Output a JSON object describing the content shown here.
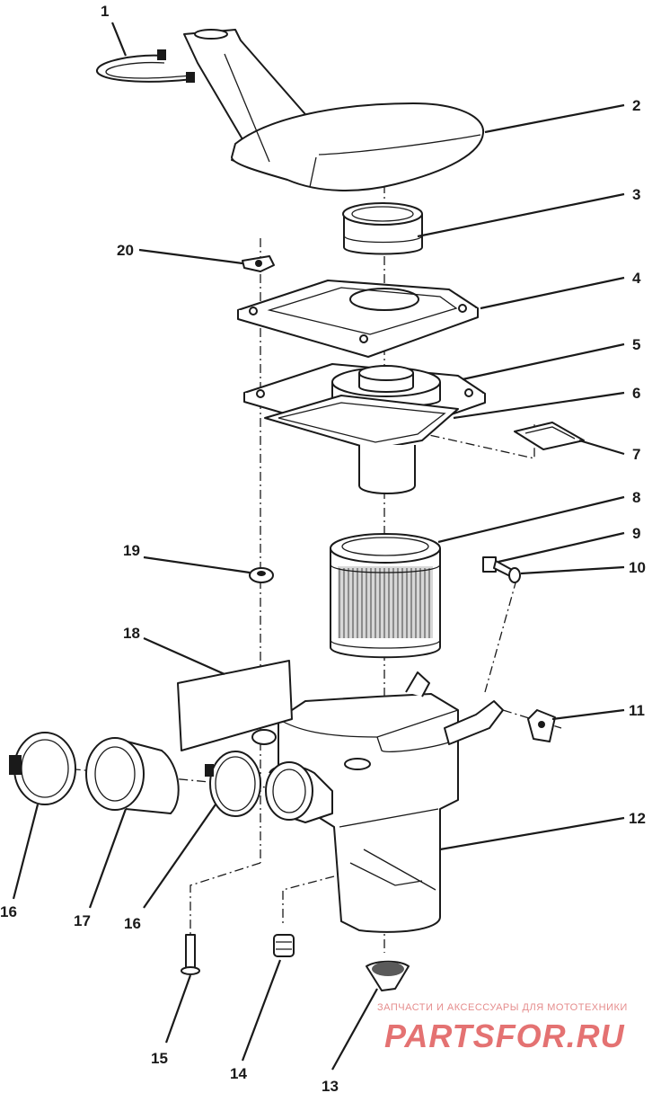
{
  "callouts": [
    "1",
    "2",
    "3",
    "4",
    "5",
    "6",
    "7",
    "8",
    "9",
    "10",
    "11",
    "12",
    "13",
    "14",
    "15",
    "16",
    "17",
    "16",
    "18",
    "19",
    "20"
  ],
  "watermark": {
    "subtitle": "ЗАПЧАСТИ И АКСЕССУАРЫ ДЛЯ МОТОТЕХНИКИ",
    "logo_text": "PARTSFOR.RU",
    "color": "#e05a5a"
  }
}
